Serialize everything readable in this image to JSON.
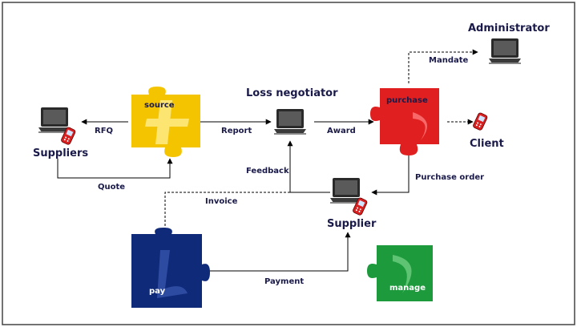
{
  "nodes": {
    "administrator": "Administrator",
    "loss_negotiator": "Loss negotiator",
    "suppliers": "Suppliers",
    "client": "Client",
    "supplier": "Supplier"
  },
  "pieces": {
    "source": "source",
    "purchase": "purchase",
    "pay": "pay",
    "manage": "manage"
  },
  "edges": {
    "mandate": "Mandate",
    "rfq": "RFQ",
    "report": "Report",
    "award": "Award",
    "quote": "Quote",
    "feedback": "Feedback",
    "purchase_order": "Purchase order",
    "invoice": "Invoice",
    "payment": "Payment"
  },
  "colors": {
    "source": "#f5c400",
    "purchase": "#e02020",
    "pay": "#102a7a",
    "manage": "#1c9a3c",
    "text": "#1a1a4a"
  }
}
